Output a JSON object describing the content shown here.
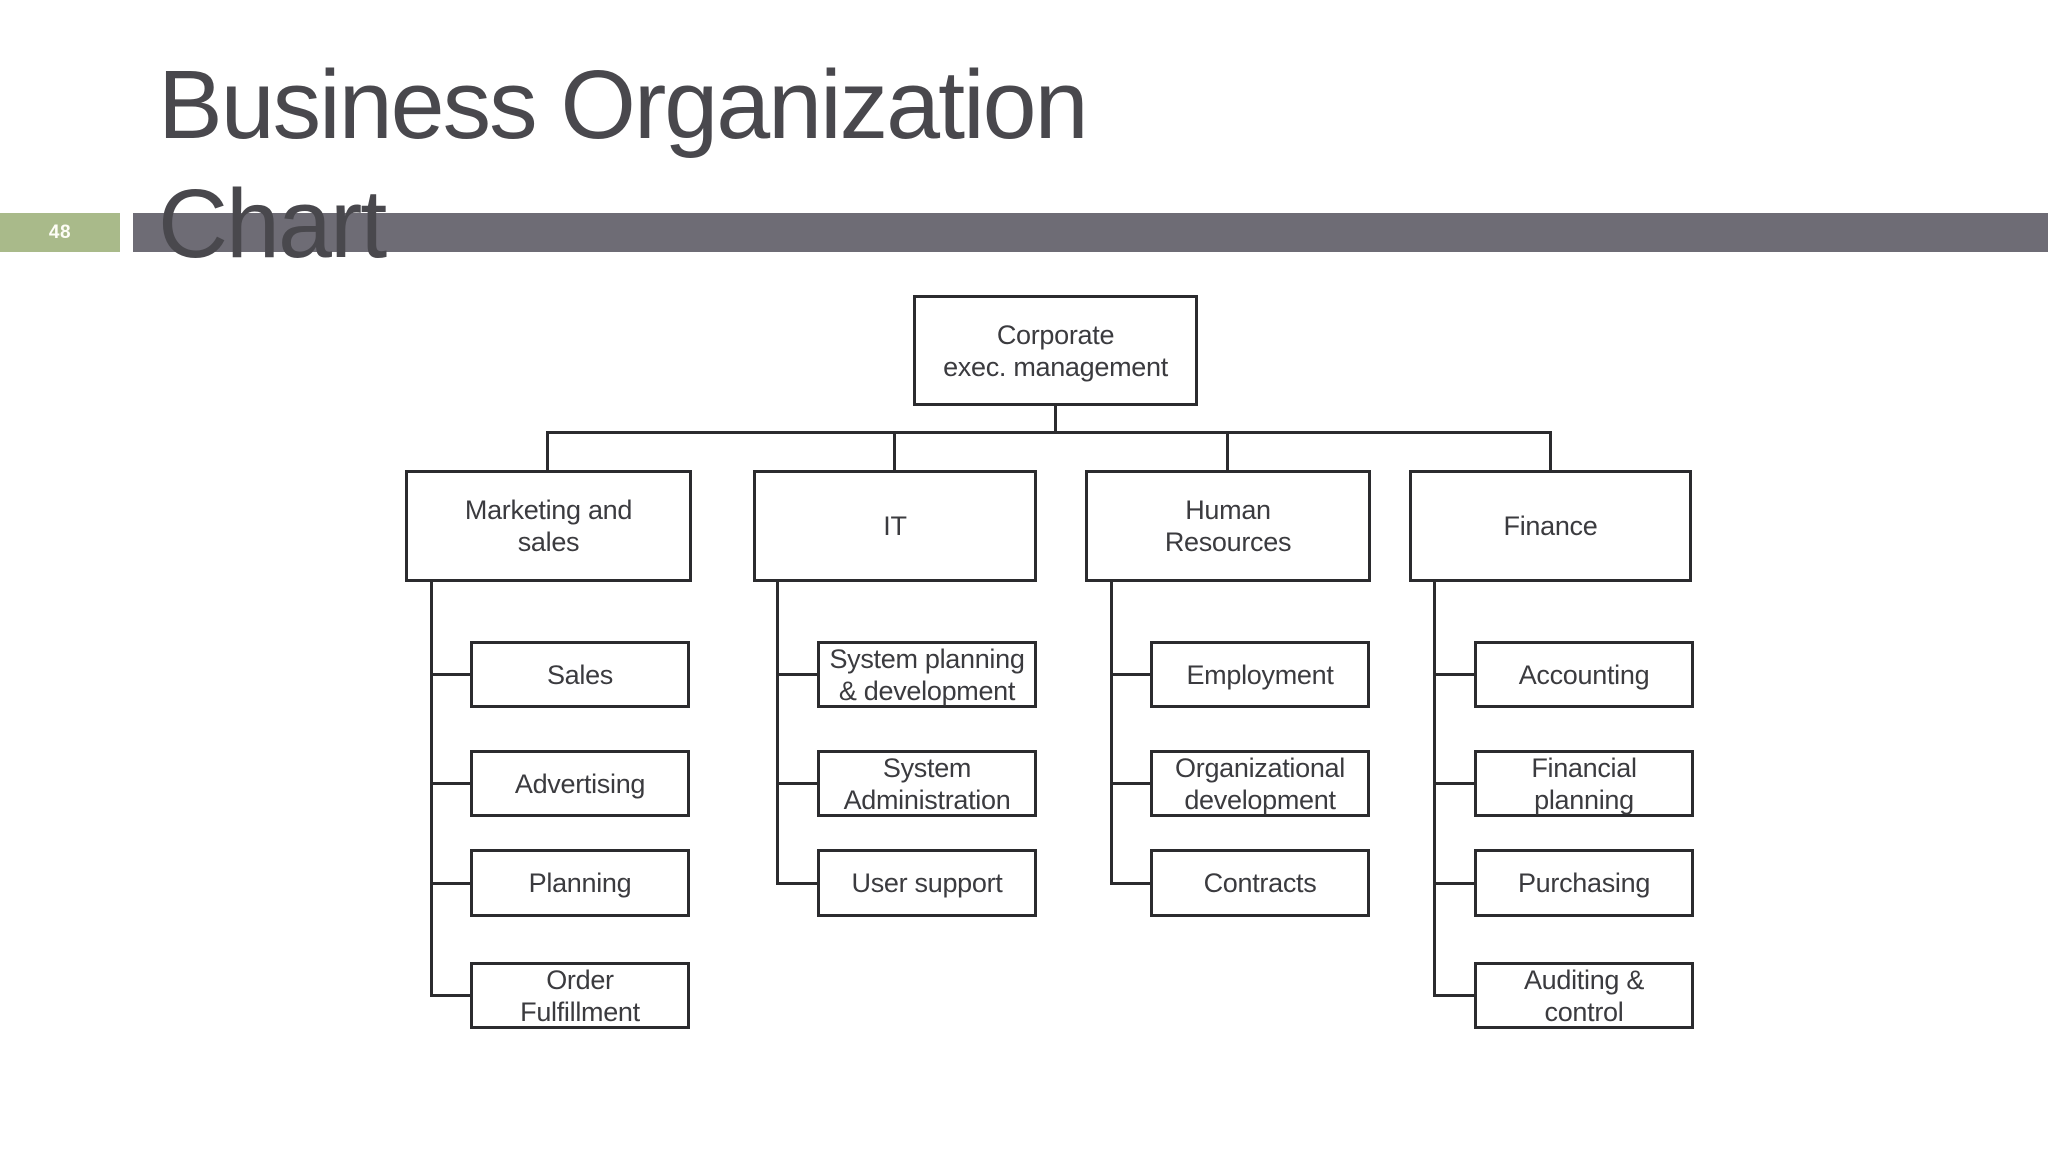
{
  "slide": {
    "page_number": "48",
    "title": "Business Organization Chart",
    "colors": {
      "accent_green": "#a9ba8a",
      "bar_gray": "#6e6c75",
      "line_dark": "#2b2b2e",
      "box_text_gray": "#3b3b3f",
      "title_gray": "#49484d"
    }
  },
  "org_chart": {
    "root": {
      "label": "Corporate\nexec. management"
    },
    "branches": [
      {
        "label": "Marketing and\nsales",
        "children": [
          "Sales",
          "Advertising",
          "Planning",
          "Order\nFulfillment"
        ]
      },
      {
        "label": "IT",
        "children": [
          "System planning\n& development",
          "System\nAdministration",
          "User support"
        ]
      },
      {
        "label": "Human\nResources",
        "children": [
          "Employment",
          "Organizational\ndevelopment",
          "Contracts"
        ]
      },
      {
        "label": "Finance",
        "children": [
          "Accounting",
          "Financial\nplanning",
          "Purchasing",
          "Auditing &\ncontrol"
        ]
      }
    ]
  }
}
